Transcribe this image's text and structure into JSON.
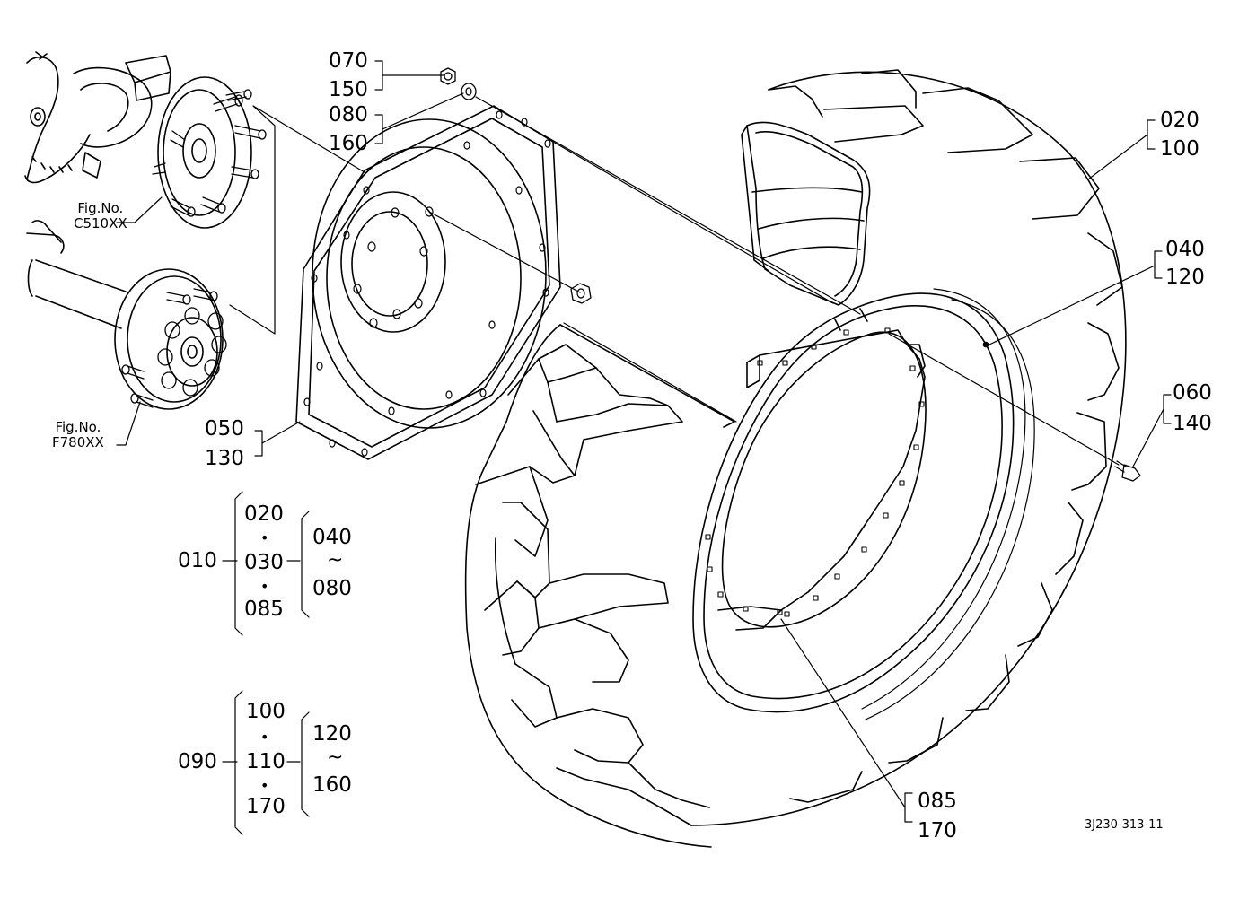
{
  "drawing_code": "3J230-313-11",
  "figure_refs": [
    {
      "label": "Fig.No.",
      "code": "C510XX"
    },
    {
      "label": "Fig.No.",
      "code": "F780XX"
    }
  ],
  "callouts": {
    "c070": "070",
    "c150": "150",
    "c080": "080",
    "c160": "160",
    "c020": "020",
    "c100": "100",
    "c040": "040",
    "c120": "120",
    "c060": "060",
    "c140": "140",
    "c050": "050",
    "c130": "130",
    "c085": "085",
    "c170": "170"
  },
  "assembly_groups": [
    {
      "assembly": "010",
      "members": [
        "020",
        "030",
        "085"
      ],
      "range_from": "040",
      "range_to": "080"
    },
    {
      "assembly": "090",
      "members": [
        "100",
        "110",
        "170"
      ],
      "range_from": "120",
      "range_to": "160"
    }
  ],
  "symbols": {
    "dot": "•",
    "tilde": "~"
  },
  "colors": {
    "ink": "#000000",
    "background": "#ffffff"
  }
}
